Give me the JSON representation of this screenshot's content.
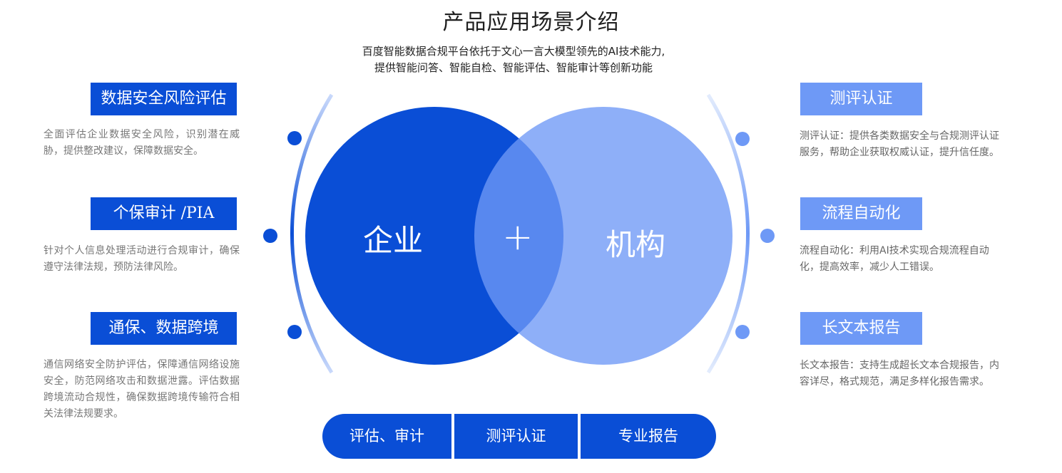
{
  "title": "产品应用场景介绍",
  "subtitle": {
    "line1": "百度智能数据合规平台依托于文心一言大模型领先的AI技术能力,",
    "line2": "提供智能问答、智能自检、智能评估、智能审计等创新功能"
  },
  "center": {
    "left_circle": "企业",
    "plus": "+",
    "right_circle": "机构"
  },
  "left_items": [
    {
      "label": "数据安全风险评估",
      "desc": "全面评估企业数据安全风险，识别潜在威胁，提供整改建议，保障数据安全。"
    },
    {
      "label": "个保审计 /PIA",
      "desc": "针对个人信息处理活动进行合规审计，确保遵守法律法规，预防法律风险。"
    },
    {
      "label": "通保、数据跨境",
      "desc": "通信网络安全防护评估，保障通信网络设施安全，防范网络攻击和数据泄露。评估数据跨境流动合规性，确保数据跨境传输符合相关法律法规要求。"
    }
  ],
  "right_items": [
    {
      "label": "测评认证",
      "desc": "测评认证：提供各类数据安全与合规测评认证服务，帮助企业获取权威认证，提升信任度。"
    },
    {
      "label": "流程自动化",
      "desc": "流程自动化：利用AI技术实现合规流程自动化，提高效率，减少人工错误。"
    },
    {
      "label": "长文本报告",
      "desc": "长文本报告：支持生成超长文本合规报告，内容详尽，格式规范，满足多样化报告需求。"
    }
  ],
  "bottom_bar": [
    "评估、审计",
    "测评认证",
    "专业报告"
  ],
  "colors": {
    "primary_blue": "#0a4ed6",
    "light_blue": "#6e99f6",
    "overlap_blue": "#3f78ec"
  }
}
